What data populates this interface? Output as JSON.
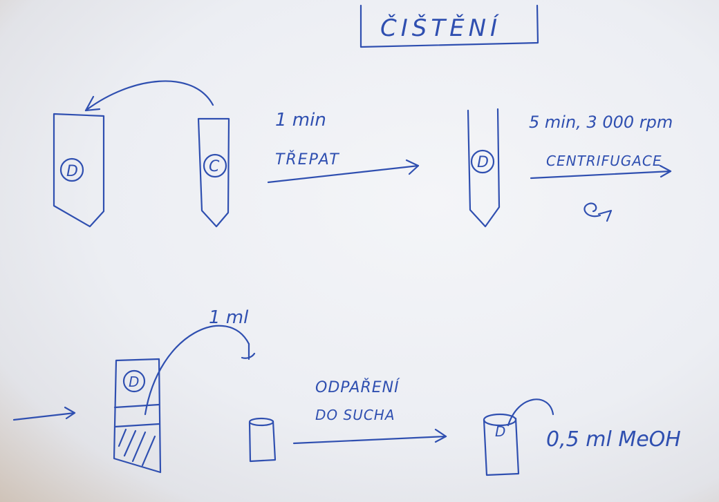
{
  "title": "ČIŠTĚNÍ",
  "step1": {
    "tube_left_label": "D",
    "tube_right_label": "C",
    "time": "1 min",
    "action": "TŘEPAT"
  },
  "step2": {
    "tube_label": "D",
    "params": "5 min, 3 000 rpm",
    "action": "CENTRIFUGACE"
  },
  "step3": {
    "volume": "1 ml",
    "tube_label": "D",
    "action_line1": "ODPAŘENÍ",
    "action_line2": "DO SUCHA"
  },
  "step4": {
    "vial_label": "D",
    "reagent": "0,5 ml MeOH"
  }
}
